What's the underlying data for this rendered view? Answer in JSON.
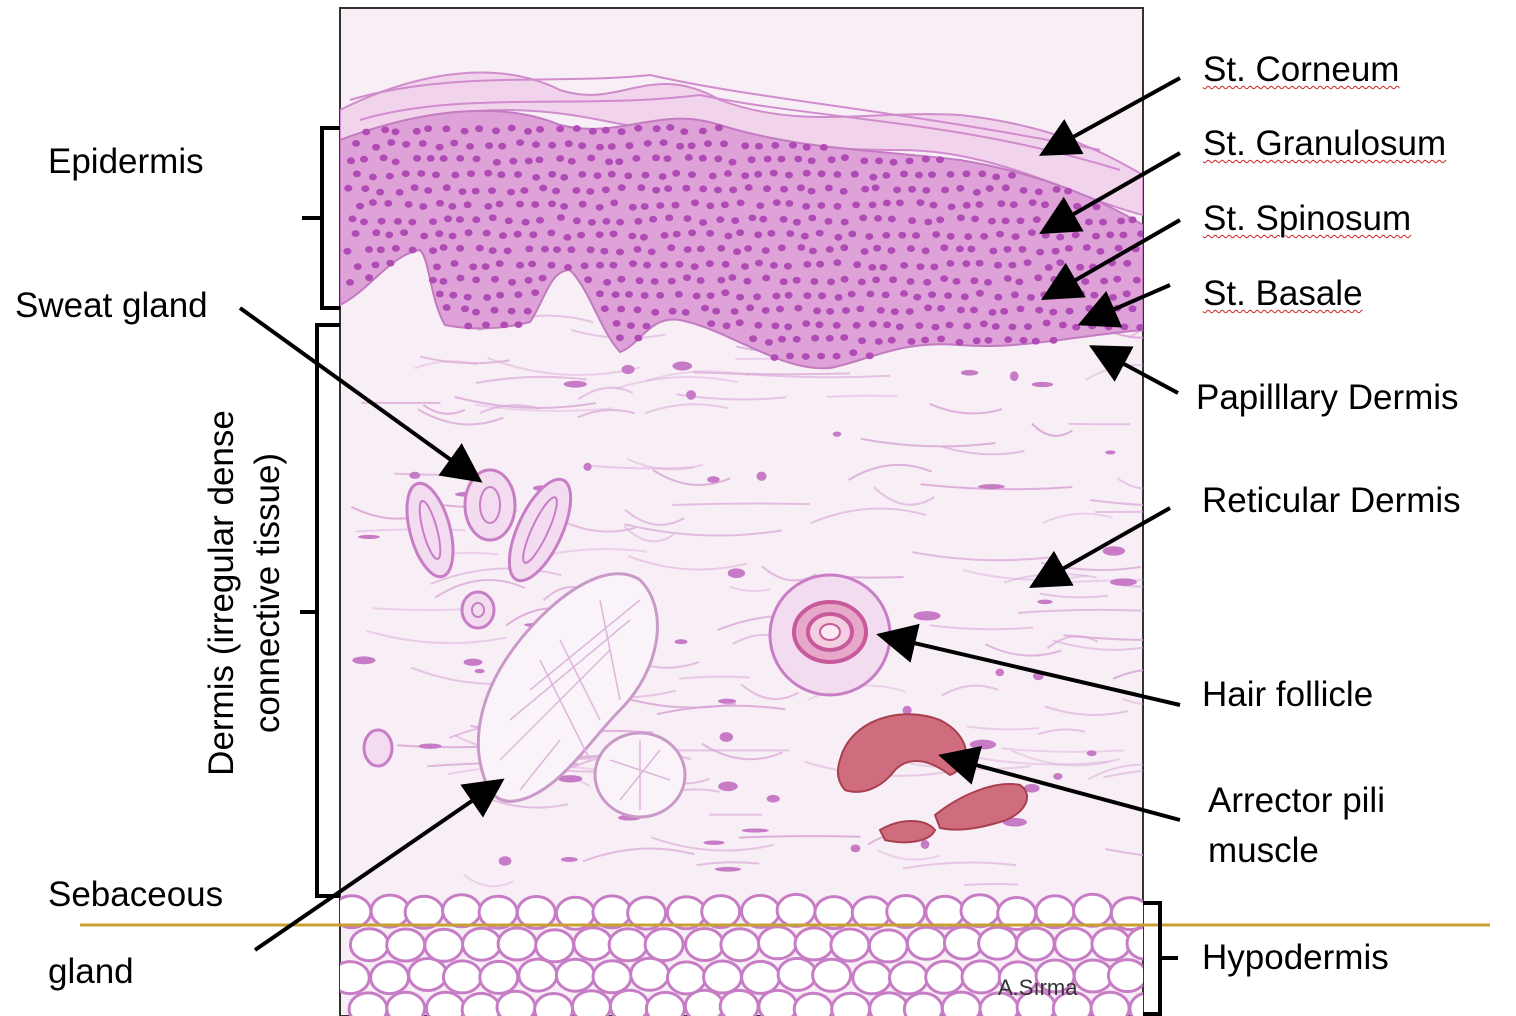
{
  "labels": {
    "epidermis": "Epidermis",
    "sweat_gland": "Sweat gland",
    "dermis_line1": "Dermis  (irregular dense",
    "dermis_line2": "connective tissue)",
    "sebaceous_line1": "Sebaceous",
    "sebaceous_line2": "gland",
    "st_corneum": "St. Corneum",
    "st_granulosum": "St. Granulosum",
    "st_spinosum": "St. Spinosum",
    "st_basale": "St. Basale",
    "papillary_dermis": "Papilllary Dermis",
    "reticular_dermis": "Reticular Dermis",
    "hair_follicle": "Hair follicle",
    "arrector_line1": "Arrector pili",
    "arrector_line2": "muscle",
    "hypodermis": "Hypodermis"
  },
  "signature": "A.Sırma",
  "colors": {
    "tissue_background": "#f8eef6",
    "epidermis_fill": "#dfa2d8",
    "nucleus": "#b04ab4",
    "fiber": "#d9a6d6",
    "hair_follicle": "#c65a9a",
    "muscle": "#c8586c",
    "guide_line": "#c8a032",
    "arrow": "#000000"
  }
}
